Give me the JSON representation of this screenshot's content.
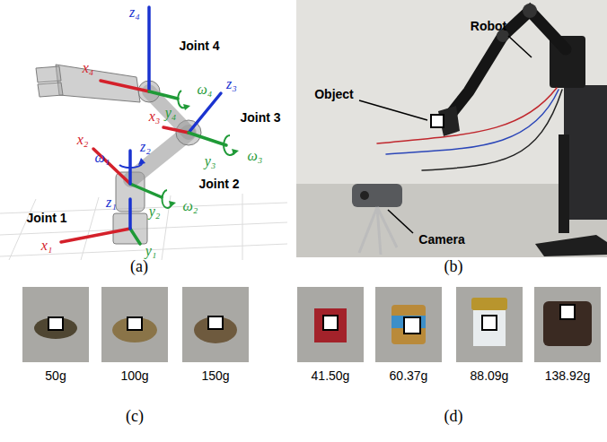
{
  "diagram": {
    "labels": [
      "z₄",
      "x₄",
      "Joint 4",
      "y₄",
      "ω₄",
      "z₃",
      "Joint 3",
      "x₃",
      "y₃",
      "ω₃",
      "ω₁",
      "x₂",
      "z₂",
      "Joint 2",
      "y₂",
      "ω₂",
      "z₁",
      "Joint 1",
      "x₁",
      "y₁",
      "(a)",
      "Robot",
      "Object",
      "Camera",
      "(b)",
      "50g",
      "100g",
      "150g",
      "(c)",
      "41.50g",
      "60.37g",
      "88.09g",
      "138.92g",
      "(d)"
    ]
  }
}
